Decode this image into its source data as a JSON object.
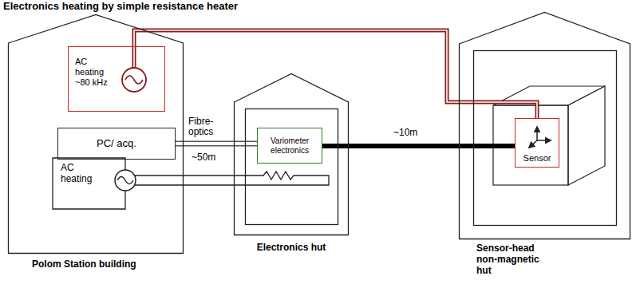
{
  "diagram": {
    "title": "Electronics heating by simple resistance heater",
    "nodes": [
      {
        "text": [
          "Polom Station building"
        ]
      },
      {
        "text": [
          "AC heating ~80 kHz"
        ],
        "in": 0
      },
      {
        "text": [
          "PC/ acq."
        ],
        "in": 0
      },
      {
        "text": [
          "Electronics hut"
        ]
      },
      {
        "text": [
          "Variometer electronics"
        ],
        "in": 3
      },
      {
        "text": [
          "Sensor-head non-magnetic hut"
        ]
      },
      {
        "text": [
          "Sensor"
        ],
        "in": 5
      }
    ],
    "edges": [
      {
        "from": 2,
        "to": 4,
        "arrow": "none",
        "label": "Fibre-optics"
      },
      {
        "from": 4,
        "to": 6,
        "arrow": "none",
        "label": "~10m"
      },
      {
        "from": 1,
        "to": 6,
        "arrow": "none"
      }
    ],
    "labels": [
      "AC heating",
      "~50m"
    ]
  }
}
